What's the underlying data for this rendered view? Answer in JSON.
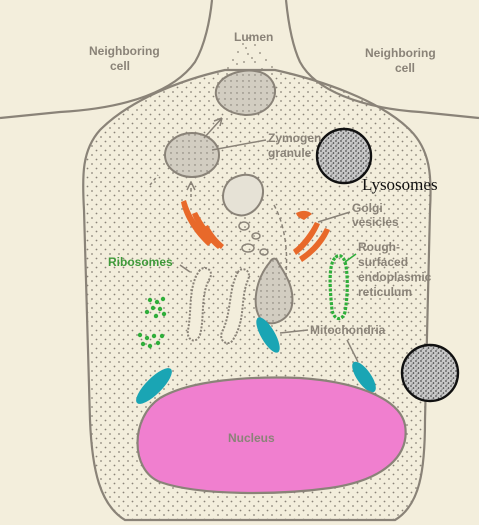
{
  "labels": {
    "lumen": "Lumen",
    "neighboring_left_1": "Neighboring",
    "neighboring_left_2": "cell",
    "neighboring_right_1": "Neighboring",
    "neighboring_right_2": "cell",
    "zymogen_1": "Zymogen",
    "zymogen_2": "granule",
    "lysosomes": "Lysosomes",
    "golgi_1": "Golgi",
    "golgi_2": "vesicles",
    "rough_1": "Rough-",
    "rough_2": "surfaced",
    "rough_3": "endoplasmic",
    "rough_4": "reticulum",
    "ribosomes": "Ribosomes",
    "mitochondria": "Mitochondria",
    "nucleus": "Nucleus"
  },
  "colors": {
    "background": "#f3eedc",
    "outline": "#8a8378",
    "nucleus": "#f07fcf",
    "mitochondria": "#1aa5b4",
    "golgi": "#e8692a",
    "ribosomes": "#2fae3a",
    "er": "#2fae3a",
    "lysosome": "#666666",
    "granule": "#c8c3b8"
  }
}
